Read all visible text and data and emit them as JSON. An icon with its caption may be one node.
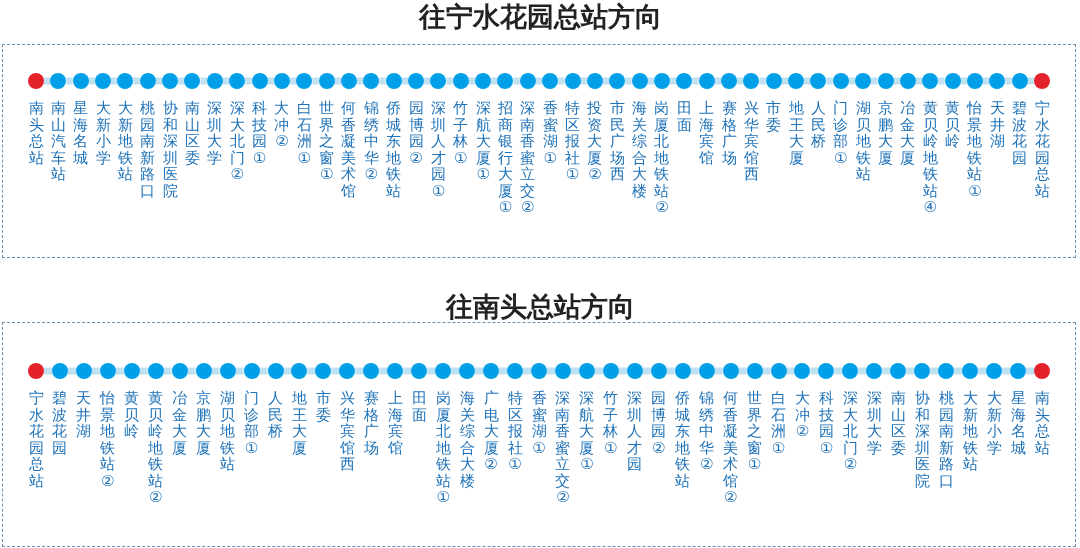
{
  "diagram": {
    "nodes": [
      {
        "text": [
          "往宁水花园总站方向"
        ]
      },
      {
        "text": [],
        "shape": "circle",
        "beside": [
          "南头总站"
        ],
        "in": 0
      },
      {
        "text": [],
        "shape": "circle",
        "beside": [
          "南山汽车站"
        ],
        "in": 0
      },
      {
        "text": [],
        "shape": "circle",
        "beside": [
          "星海名城"
        ],
        "in": 0
      },
      {
        "text": [],
        "shape": "circle",
        "beside": [
          "大新小学"
        ],
        "in": 0
      },
      {
        "text": [],
        "shape": "circle",
        "beside": [
          "大新地铁站"
        ],
        "in": 0
      },
      {
        "text": [],
        "shape": "circle",
        "beside": [
          "桃园南新路口"
        ],
        "in": 0
      },
      {
        "text": [],
        "shape": "circle",
        "beside": [
          "协和深圳医院"
        ],
        "in": 0
      },
      {
        "text": [],
        "shape": "circle",
        "beside": [
          "南山区委"
        ],
        "in": 0
      },
      {
        "text": [],
        "shape": "circle",
        "beside": [
          "深圳大学"
        ],
        "in": 0
      },
      {
        "text": [],
        "shape": "circle",
        "beside": [
          "深大北门②"
        ],
        "in": 0
      },
      {
        "text": [],
        "shape": "circle",
        "beside": [
          "科技园①"
        ],
        "in": 0
      },
      {
        "text": [],
        "shape": "circle",
        "beside": [
          "大冲②"
        ],
        "in": 0
      },
      {
        "text": [],
        "shape": "circle",
        "beside": [
          "白石洲①"
        ],
        "in": 0
      },
      {
        "text": [],
        "shape": "circle",
        "beside": [
          "世界之窗①"
        ],
        "in": 0
      },
      {
        "text": [],
        "shape": "circle",
        "beside": [
          "何香凝美术馆"
        ],
        "in": 0
      },
      {
        "text": [],
        "shape": "circle",
        "beside": [
          "锦绣中华②"
        ],
        "in": 0
      },
      {
        "text": [],
        "shape": "circle",
        "beside": [
          "侨城东地铁站"
        ],
        "in": 0
      },
      {
        "text": [],
        "shape": "circle",
        "beside": [
          "园博园②"
        ],
        "in": 0
      },
      {
        "text": [],
        "shape": "circle",
        "beside": [
          "深圳人才园①"
        ],
        "in": 0
      },
      {
        "text": [],
        "shape": "circle",
        "beside": [
          "竹子林①"
        ],
        "in": 0
      },
      {
        "text": [],
        "shape": "circle",
        "beside": [
          "深航大厦①"
        ],
        "in": 0
      },
      {
        "text": [],
        "shape": "circle",
        "beside": [
          "招商银行大厦①"
        ],
        "in": 0
      },
      {
        "text": [],
        "shape": "circle",
        "beside": [
          "深南香蜜立交②"
        ],
        "in": 0
      },
      {
        "text": [],
        "shape": "circle",
        "beside": [
          "香蜜湖①"
        ],
        "in": 0
      },
      {
        "text": [],
        "shape": "circle",
        "beside": [
          "特区报社①"
        ],
        "in": 0
      },
      {
        "text": [],
        "shape": "circle",
        "beside": [
          "投资大厦②"
        ],
        "in": 0
      },
      {
        "text": [],
        "shape": "circle",
        "beside": [
          "市民广场西"
        ],
        "in": 0
      },
      {
        "text": [],
        "shape": "circle",
        "beside": [
          "海关综合大楼"
        ],
        "in": 0
      },
      {
        "text": [],
        "shape": "circle",
        "beside": [
          "岗厦北地铁站②"
        ],
        "in": 0
      },
      {
        "text": [],
        "shape": "circle",
        "beside": [
          "田面"
        ],
        "in": 0
      },
      {
        "text": [],
        "shape": "circle",
        "beside": [
          "上海宾馆"
        ],
        "in": 0
      },
      {
        "text": [],
        "shape": "circle",
        "beside": [
          "赛格广场"
        ],
        "in": 0
      },
      {
        "text": [],
        "shape": "circle",
        "beside": [
          "兴华宾馆西"
        ],
        "in": 0
      },
      {
        "text": [],
        "shape": "circle",
        "beside": [
          "市委"
        ],
        "in": 0
      },
      {
        "text": [],
        "shape": "circle",
        "beside": [
          "地王大厦"
        ],
        "in": 0
      },
      {
        "text": [],
        "shape": "circle",
        "beside": [
          "人民桥"
        ],
        "in": 0
      },
      {
        "text": [],
        "shape": "circle",
        "beside": [
          "门诊部①"
        ],
        "in": 0
      },
      {
        "text": [],
        "shape": "circle",
        "beside": [
          "湖贝地铁站"
        ],
        "in": 0
      },
      {
        "text": [],
        "shape": "circle",
        "beside": [
          "京鹏大厦"
        ],
        "in": 0
      },
      {
        "text": [],
        "shape": "circle",
        "beside": [
          "冶金大厦"
        ],
        "in": 0
      },
      {
        "text": [],
        "shape": "circle",
        "beside": [
          "黄贝岭地铁站④"
        ],
        "in": 0
      },
      {
        "text": [],
        "shape": "circle",
        "beside": [
          "黄贝岭"
        ],
        "in": 0
      },
      {
        "text": [],
        "shape": "circle",
        "beside": [
          "怡景地铁站①"
        ],
        "in": 0
      },
      {
        "text": [],
        "shape": "circle",
        "beside": [
          "天井湖"
        ],
        "in": 0
      },
      {
        "text": [],
        "shape": "circle",
        "beside": [
          "碧波花园"
        ],
        "in": 0
      },
      {
        "text": [],
        "shape": "circle",
        "beside": [
          "宁水花园总站"
        ],
        "in": 0
      },
      {
        "text": [
          "往南头总站方向"
        ]
      },
      {
        "text": [],
        "shape": "circle",
        "beside": [
          "宁水花园总站"
        ],
        "in": 47
      },
      {
        "text": [],
        "shape": "circle",
        "beside": [
          "碧波花园"
        ],
        "in": 47
      },
      {
        "text": [],
        "shape": "circle",
        "beside": [
          "天井湖"
        ],
        "in": 47
      },
      {
        "text": [],
        "shape": "circle",
        "beside": [
          "怡景地铁站②"
        ],
        "in": 47
      },
      {
        "text": [],
        "shape": "circle",
        "beside": [
          "黄贝岭"
        ],
        "in": 47
      },
      {
        "text": [],
        "shape": "circle",
        "beside": [
          "黄贝岭地铁站②"
        ],
        "in": 47
      },
      {
        "text": [],
        "shape": "circle",
        "beside": [
          "冶金大厦"
        ],
        "in": 47
      },
      {
        "text": [],
        "shape": "circle",
        "beside": [
          "京鹏大厦"
        ],
        "in": 47
      },
      {
        "text": [],
        "shape": "circle",
        "beside": [
          "湖贝地铁站"
        ],
        "in": 47
      },
      {
        "text": [],
        "shape": "circle",
        "beside": [
          "门诊部①"
        ],
        "in": 47
      },
      {
        "text": [],
        "shape": "circle",
        "beside": [
          "人民桥"
        ],
        "in": 47
      },
      {
        "text": [],
        "shape": "circle",
        "beside": [
          "地王大厦"
        ],
        "in": 47
      },
      {
        "text": [],
        "shape": "circle",
        "beside": [
          "市委"
        ],
        "in": 47
      },
      {
        "text": [],
        "shape": "circle",
        "beside": [
          "兴华宾馆西"
        ],
        "in": 47
      },
      {
        "text": [],
        "shape": "circle",
        "beside": [
          "赛格广场"
        ],
        "in": 47
      },
      {
        "text": [],
        "shape": "circle",
        "beside": [
          "上海宾馆"
        ],
        "in": 47
      },
      {
        "text": [],
        "shape": "circle",
        "beside": [
          "田面"
        ],
        "in": 47
      },
      {
        "text": [],
        "shape": "circle",
        "beside": [
          "岗厦北地铁站①"
        ],
        "in": 47
      },
      {
        "text": [],
        "shape": "circle",
        "beside": [
          "海关综合大楼"
        ],
        "in": 47
      },
      {
        "text": [],
        "shape": "circle",
        "beside": [
          "广电大厦②"
        ],
        "in": 47
      },
      {
        "text": [],
        "shape": "circle",
        "beside": [
          "特区报社①"
        ],
        "in": 47
      },
      {
        "text": [],
        "shape": "circle",
        "beside": [
          "香蜜湖①"
        ],
        "in": 47
      },
      {
        "text": [],
        "shape": "circle",
        "beside": [
          "深南香蜜立交②"
        ],
        "in": 47
      },
      {
        "text": [],
        "shape": "circle",
        "beside": [
          "深航大厦①"
        ],
        "in": 47
      },
      {
        "text": [],
        "shape": "circle",
        "beside": [
          "竹子林①"
        ],
        "in": 47
      },
      {
        "text": [],
        "shape": "circle",
        "beside": [
          "深圳人才园"
        ],
        "in": 47
      },
      {
        "text": [],
        "shape": "circle",
        "beside": [
          "园博园②"
        ],
        "in": 47
      },
      {
        "text": [],
        "shape": "circle",
        "beside": [
          "侨城东地铁站"
        ],
        "in": 47
      },
      {
        "text": [],
        "shape": "circle",
        "beside": [
          "锦绣中华②"
        ],
        "in": 47
      },
      {
        "text": [],
        "shape": "circle",
        "beside": [
          "何香凝美术馆②"
        ],
        "in": 47
      },
      {
        "text": [],
        "shape": "circle",
        "beside": [
          "世界之窗①"
        ],
        "in": 47
      },
      {
        "text": [],
        "shape": "circle",
        "beside": [
          "白石洲①"
        ],
        "in": 47
      },
      {
        "text": [],
        "shape": "circle",
        "beside": [
          "大冲②"
        ],
        "in": 47
      },
      {
        "text": [],
        "shape": "circle",
        "beside": [
          "科技园①"
        ],
        "in": 47
      },
      {
        "text": [],
        "shape": "circle",
        "beside": [
          "深大北门②"
        ],
        "in": 47
      },
      {
        "text": [],
        "shape": "circle",
        "beside": [
          "深圳大学"
        ],
        "in": 47
      },
      {
        "text": [],
        "shape": "circle",
        "beside": [
          "南山区委"
        ],
        "in": 47
      },
      {
        "text": [],
        "shape": "circle",
        "beside": [
          "协和深圳医院"
        ],
        "in": 47
      },
      {
        "text": [],
        "shape": "circle",
        "beside": [
          "桃园南新路口"
        ],
        "in": 47
      },
      {
        "text": [],
        "shape": "circle",
        "beside": [
          "大新地铁站"
        ],
        "in": 47
      },
      {
        "text": [],
        "shape": "circle",
        "beside": [
          "大新小学"
        ],
        "in": 47
      },
      {
        "text": [],
        "shape": "circle",
        "beside": [
          "星海名城"
        ],
        "in": 47
      },
      {
        "text": [],
        "shape": "circle",
        "beside": [
          "南头总站"
        ],
        "in": 47
      }
    ],
    "edges": [
      {
        "from": 1,
        "to": 2,
        "arrow": "none"
      },
      {
        "from": 2,
        "to": 3,
        "arrow": "none"
      },
      {
        "from": 3,
        "to": 4,
        "arrow": "none"
      },
      {
        "from": 4,
        "to": 5,
        "arrow": "none"
      },
      {
        "from": 5,
        "to": 6,
        "arrow": "none"
      },
      {
        "from": 6,
        "to": 7,
        "arrow": "none"
      },
      {
        "from": 7,
        "to": 8,
        "arrow": "none"
      },
      {
        "from": 8,
        "to": 9,
        "arrow": "none"
      },
      {
        "from": 9,
        "to": 10,
        "arrow": "none"
      },
      {
        "from": 10,
        "to": 11,
        "arrow": "none"
      },
      {
        "from": 11,
        "to": 12,
        "arrow": "none"
      },
      {
        "from": 12,
        "to": 13,
        "arrow": "none"
      },
      {
        "from": 13,
        "to": 14,
        "arrow": "none"
      },
      {
        "from": 14,
        "to": 15,
        "arrow": "none"
      },
      {
        "from": 15,
        "to": 16,
        "arrow": "none"
      },
      {
        "from": 16,
        "to": 17,
        "arrow": "none"
      },
      {
        "from": 17,
        "to": 18,
        "arrow": "none"
      },
      {
        "from": 18,
        "to": 19,
        "arrow": "none"
      },
      {
        "from": 19,
        "to": 20,
        "arrow": "none"
      },
      {
        "from": 20,
        "to": 21,
        "arrow": "none"
      },
      {
        "from": 21,
        "to": 22,
        "arrow": "none"
      },
      {
        "from": 22,
        "to": 23,
        "arrow": "none"
      },
      {
        "from": 23,
        "to": 24,
        "arrow": "none"
      },
      {
        "from": 24,
        "to": 25,
        "arrow": "none"
      },
      {
        "from": 25,
        "to": 26,
        "arrow": "none"
      },
      {
        "from": 26,
        "to": 27,
        "arrow": "none"
      },
      {
        "from": 27,
        "to": 28,
        "arrow": "none"
      },
      {
        "from": 28,
        "to": 29,
        "arrow": "none"
      },
      {
        "from": 29,
        "to": 30,
        "arrow": "none"
      },
      {
        "from": 30,
        "to": 31,
        "arrow": "none"
      },
      {
        "from": 31,
        "to": 32,
        "arrow": "none"
      },
      {
        "from": 32,
        "to": 33,
        "arrow": "none"
      },
      {
        "from": 33,
        "to": 34,
        "arrow": "none"
      },
      {
        "from": 34,
        "to": 35,
        "arrow": "none"
      },
      {
        "from": 35,
        "to": 36,
        "arrow": "none"
      },
      {
        "from": 36,
        "to": 37,
        "arrow": "none"
      },
      {
        "from": 37,
        "to": 38,
        "arrow": "none"
      },
      {
        "from": 38,
        "to": 39,
        "arrow": "none"
      },
      {
        "from": 39,
        "to": 40,
        "arrow": "none"
      },
      {
        "from": 40,
        "to": 41,
        "arrow": "none"
      },
      {
        "from": 41,
        "to": 42,
        "arrow": "none"
      },
      {
        "from": 42,
        "to": 43,
        "arrow": "none"
      },
      {
        "from": 43,
        "to": 44,
        "arrow": "none"
      },
      {
        "from": 44,
        "to": 45,
        "arrow": "none"
      },
      {
        "from": 45,
        "to": 46,
        "arrow": "none"
      },
      {
        "from": 48,
        "to": 49,
        "arrow": "none"
      },
      {
        "from": 49,
        "to": 50,
        "arrow": "none"
      },
      {
        "from": 50,
        "to": 51,
        "arrow": "none"
      },
      {
        "from": 51,
        "to": 52,
        "arrow": "none"
      },
      {
        "from": 52,
        "to": 53,
        "arrow": "none"
      },
      {
        "from": 53,
        "to": 54,
        "arrow": "none"
      },
      {
        "from": 54,
        "to": 55,
        "arrow": "none"
      },
      {
        "from": 55,
        "to": 56,
        "arrow": "none"
      },
      {
        "from": 56,
        "to": 57,
        "arrow": "none"
      },
      {
        "from": 57,
        "to": 58,
        "arrow": "none"
      },
      {
        "from": 58,
        "to": 59,
        "arrow": "none"
      },
      {
        "from": 59,
        "to": 60,
        "arrow": "none"
      },
      {
        "from": 60,
        "to": 61,
        "arrow": "none"
      },
      {
        "from": 61,
        "to": 62,
        "arrow": "none"
      },
      {
        "from": 62,
        "to": 63,
        "arrow": "none"
      },
      {
        "from": 63,
        "to": 64,
        "arrow": "none"
      },
      {
        "from": 64,
        "to": 65,
        "arrow": "none"
      },
      {
        "from": 65,
        "to": 66,
        "arrow": "none"
      },
      {
        "from": 66,
        "to": 67,
        "arrow": "none"
      },
      {
        "from": 67,
        "to": 68,
        "arrow": "none"
      },
      {
        "from": 68,
        "to": 69,
        "arrow": "none"
      },
      {
        "from": 69,
        "to": 70,
        "arrow": "none"
      },
      {
        "from": 70,
        "to": 71,
        "arrow": "none"
      },
      {
        "from": 71,
        "to": 72,
        "arrow": "none"
      },
      {
        "from": 72,
        "to": 73,
        "arrow": "none"
      },
      {
        "from": 73,
        "to": 74,
        "arrow": "none"
      },
      {
        "from": 74,
        "to": 75,
        "arrow": "none"
      },
      {
        "from": 75,
        "to": 76,
        "arrow": "none"
      },
      {
        "from": 76,
        "to": 77,
        "arrow": "none"
      },
      {
        "from": 77,
        "to": 78,
        "arrow": "none"
      },
      {
        "from": 78,
        "to": 79,
        "arrow": "none"
      },
      {
        "from": 79,
        "to": 80,
        "arrow": "none"
      },
      {
        "from": 80,
        "to": 81,
        "arrow": "none"
      },
      {
        "from": 81,
        "to": 82,
        "arrow": "none"
      },
      {
        "from": 82,
        "to": 83,
        "arrow": "none"
      },
      {
        "from": 83,
        "to": 84,
        "arrow": "none"
      },
      {
        "from": 84,
        "to": 85,
        "arrow": "none"
      },
      {
        "from": 85,
        "to": 86,
        "arrow": "none"
      },
      {
        "from": 86,
        "to": 87,
        "arrow": "none"
      },
      {
        "from": 87,
        "to": 88,
        "arrow": "none"
      },
      {
        "from": 88,
        "to": 89,
        "arrow": "none"
      },
      {
        "from": 89,
        "to": 90,
        "arrow": "none"
      }
    ]
  }
}
